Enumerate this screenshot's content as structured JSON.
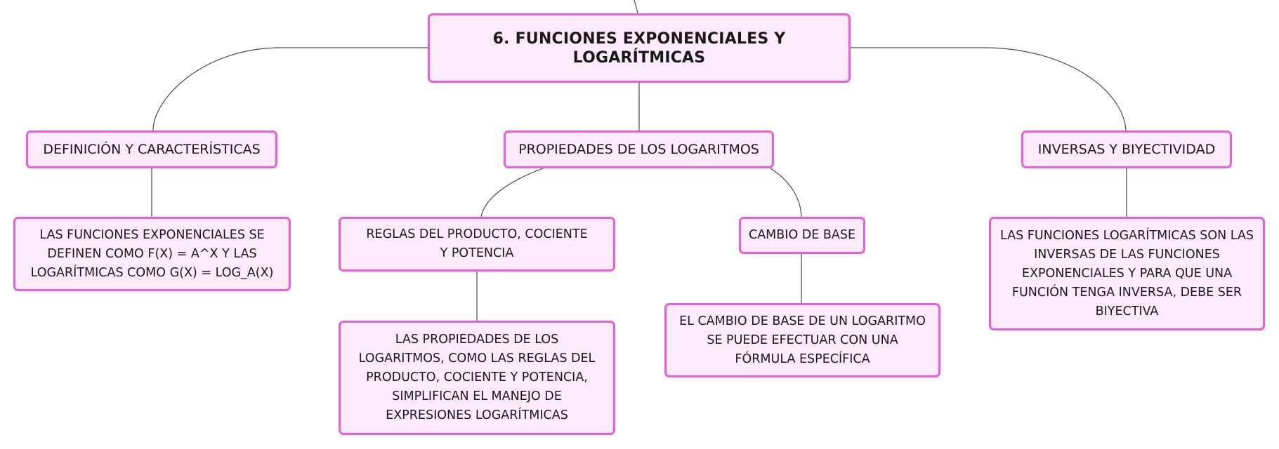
{
  "colors": {
    "node_fill": "#fdeafa",
    "node_border": "#e95fd8",
    "link_stroke": "#4a4a4a",
    "text": "#1a1a1a"
  },
  "root": {
    "label": "6. FUNCIONES EXPONENCIALES Y LOGARÍTMICAS"
  },
  "branches": {
    "definicion": {
      "label": "DEFINICIÓN Y CARACTERÍSTICAS",
      "detail": "LAS FUNCIONES EXPONENCIALES SE DEFINEN COMO F(X) = A^X Y LAS LOGARÍTMICAS COMO G(X) = LOG_A(X)"
    },
    "propiedades": {
      "label": "PROPIEDADES DE LOS LOGARITMOS",
      "reglas": {
        "label": "REGLAS DEL PRODUCTO, COCIENTE Y POTENCIA",
        "detail": "LAS PROPIEDADES DE LOS LOGARITMOS, COMO LAS REGLAS DEL PRODUCTO, COCIENTE Y POTENCIA, SIMPLIFICAN EL MANEJO DE EXPRESIONES LOGARÍTMICAS"
      },
      "cambio": {
        "label": "CAMBIO DE BASE",
        "detail": "EL CAMBIO DE BASE DE UN LOGARITMO SE PUEDE EFECTUAR CON UNA FÓRMULA ESPECÍFICA"
      }
    },
    "inversas": {
      "label": "INVERSAS Y BIYECTIVIDAD",
      "detail": "LAS FUNCIONES LOGARÍTMICAS SON LAS INVERSAS DE LAS FUNCIONES EXPONENCIALES Y PARA QUE UNA FUNCIÓN TENGA INVERSA, DEBE SER BIYECTIVA"
    }
  }
}
